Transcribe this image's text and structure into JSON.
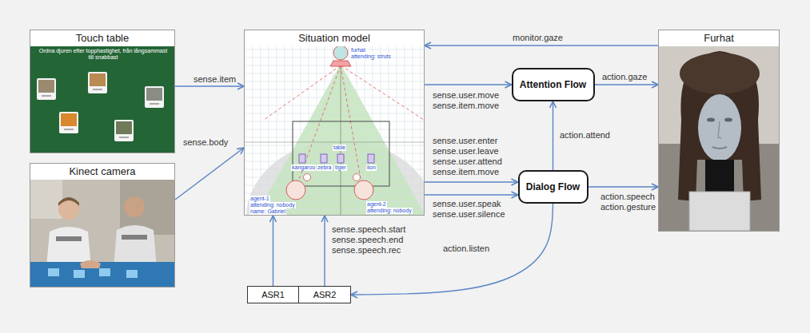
{
  "diagram": {
    "nodes": [
      {
        "text": [
          "Touch table"
        ]
      },
      {
        "text": [
          "Situation model"
        ]
      },
      {
        "text": [
          "Furhat"
        ]
      },
      {
        "text": [
          "Attention Flow"
        ]
      },
      {
        "text": [
          "Kinect camera"
        ]
      },
      {
        "text": [
          "Dialog Flow"
        ]
      },
      {
        "text": [
          "ASR1"
        ]
      },
      {
        "text": [
          "ASR2"
        ]
      }
    ],
    "edges": [
      {
        "from": 0,
        "to": 1,
        "label": "sense.item",
        "arrow": "to"
      },
      {
        "from": 4,
        "to": 1,
        "label": "sense.body",
        "arrow": "to"
      },
      {
        "from": 2,
        "to": 1,
        "label": "monitor.gaze",
        "arrow": "to"
      },
      {
        "from": 1,
        "to": 3,
        "label": "sense.user.move sense.item.move",
        "arrow": "to"
      },
      {
        "from": 1,
        "to": 5,
        "label": "sense.user.enter sense.user.leave sense.user.attend sense.item.move",
        "arrow": "to"
      },
      {
        "from": 1,
        "to": 5,
        "label": "sense.user.speak sense.user.silence",
        "arrow": "to"
      },
      {
        "from": 3,
        "to": 2,
        "label": "action.gaze",
        "arrow": "to"
      },
      {
        "from": 5,
        "to": 3,
        "label": "action.attend",
        "arrow": "to"
      },
      {
        "from": 5,
        "to": 2,
        "label": "action.speech action.gesture",
        "arrow": "to"
      },
      {
        "from": 5,
        "to": 7,
        "label": "action.listen",
        "arrow": "to"
      },
      {
        "from": 6,
        "to": 1,
        "arrow": "to"
      },
      {
        "from": 7,
        "to": 1,
        "label": "sense.speech.start sense.speech.end sense.speech.rec",
        "arrow": "to"
      }
    ],
    "labels": [
      "Ordna djuren efter topphastighet, från långsammast till snabbast",
      "furhat",
      "attending: struts",
      "table",
      "kangaroo",
      "zebra",
      "tiger",
      "lion",
      "agent-1",
      "attending: nobody",
      "name: Gabriel",
      "agent-2",
      "attending: nobody"
    ]
  }
}
